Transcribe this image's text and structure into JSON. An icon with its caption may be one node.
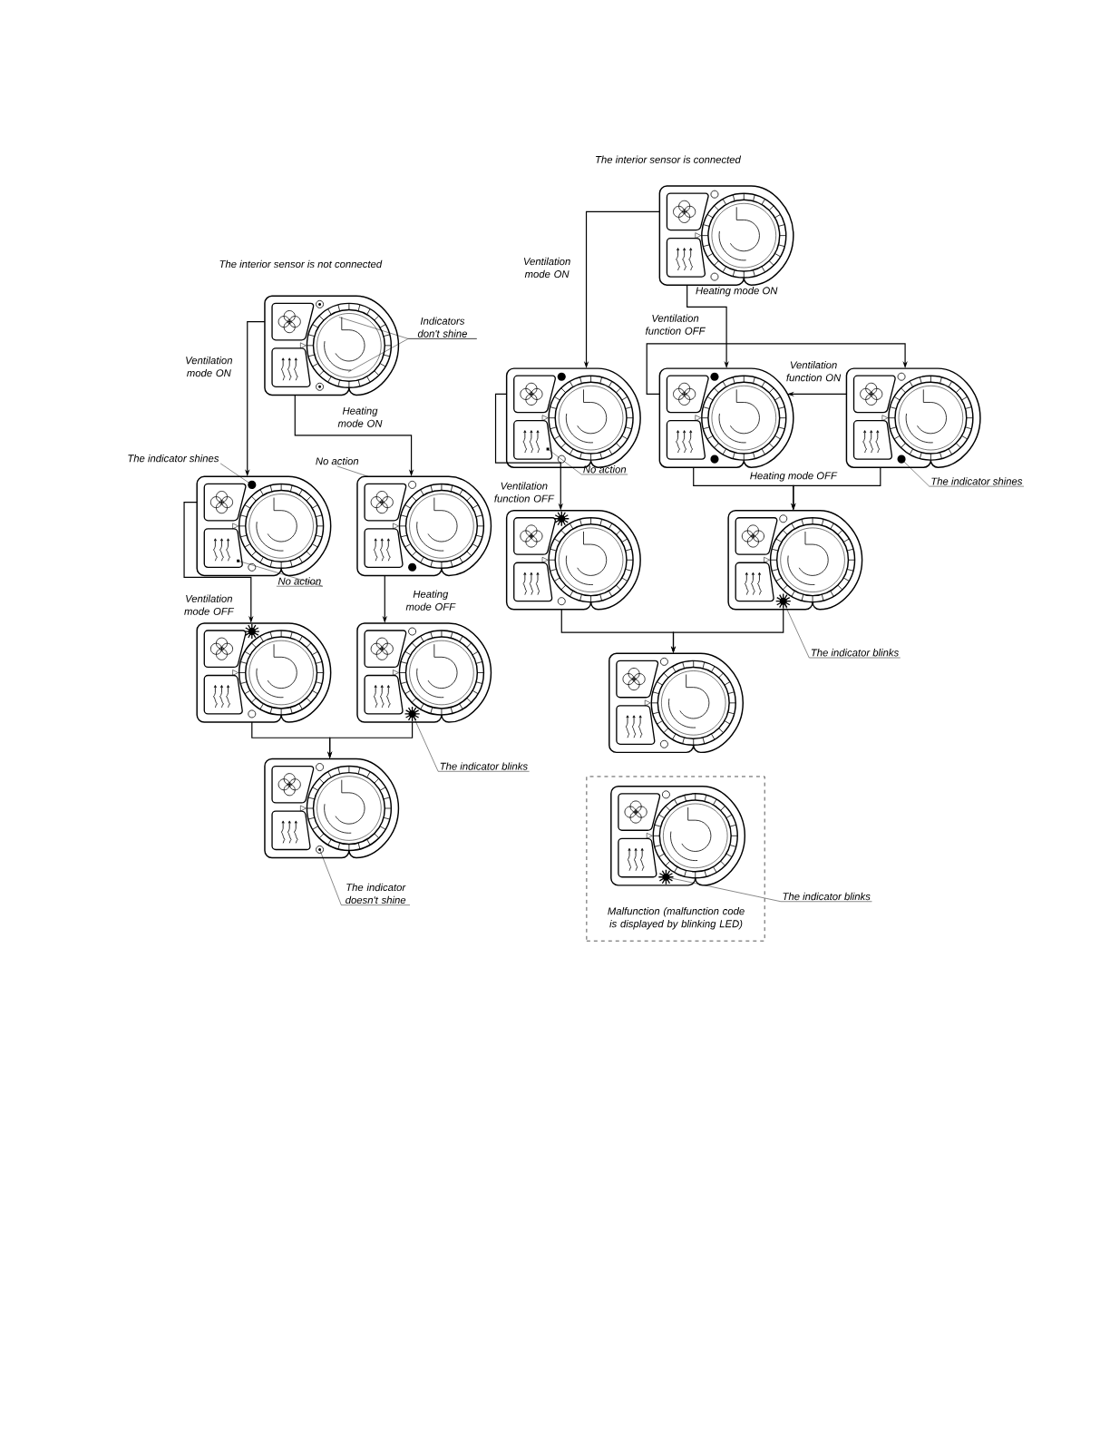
{
  "diagram": {
    "nodes": [
      {
        "text": [],
        "shape": "panel"
      },
      {
        "text": [],
        "shape": "panel"
      },
      {
        "text": [],
        "shape": "panel"
      },
      {
        "text": [],
        "shape": "panel"
      },
      {
        "text": [],
        "shape": "panel"
      },
      {
        "text": [],
        "shape": "panel"
      },
      {
        "text": [],
        "shape": "panel"
      },
      {
        "text": [],
        "shape": "panel"
      },
      {
        "text": [],
        "shape": "panel"
      },
      {
        "text": [],
        "shape": "panel"
      },
      {
        "text": [],
        "shape": "panel"
      },
      {
        "text": [],
        "shape": "panel"
      },
      {
        "text": [],
        "shape": "panel"
      },
      {
        "text": [
          "Malfunction (malfunction code is displayed by blinking LED)"
        ]
      },
      {
        "text": [],
        "shape": "panel",
        "in": 13
      },
      {
        "text": [
          "Indicators don't shine"
        ]
      },
      {
        "text": [
          "The indicator shines"
        ]
      },
      {
        "text": [
          "No action"
        ]
      },
      {
        "text": [
          "No action"
        ]
      },
      {
        "text": [
          "The indicator blinks"
        ]
      },
      {
        "text": [
          "The indicator doesn't shine"
        ]
      },
      {
        "text": [
          "No action"
        ]
      },
      {
        "text": [
          "The indicator shines"
        ]
      },
      {
        "text": [
          "The indicator blinks"
        ]
      },
      {
        "text": [
          "The indicator blinks"
        ]
      }
    ],
    "edges": [
      {
        "from": 0,
        "to": 1,
        "arrow": "to",
        "label": "Ventilation mode ON"
      },
      {
        "from": 0,
        "to": 2,
        "arrow": "to",
        "label": "Heating mode ON"
      },
      {
        "from": 1,
        "to": 3,
        "arrow": "to",
        "label": "Ventilation mode OFF"
      },
      {
        "from": 2,
        "to": 4,
        "arrow": "to",
        "label": "Heating mode OFF"
      },
      {
        "from": 3,
        "to": 5,
        "arrow": "to"
      },
      {
        "from": 4,
        "to": 5,
        "arrow": "to"
      },
      {
        "from": 6,
        "to": 7,
        "arrow": "to",
        "label": "Ventilation mode ON"
      },
      {
        "from": 6,
        "to": 8,
        "arrow": "to",
        "label": "Heating mode ON"
      },
      {
        "from": 8,
        "to": 9,
        "arrow": "to",
        "label": "Ventilation function OFF"
      },
      {
        "from": 9,
        "to": 8,
        "arrow": "to",
        "label": "Ventilation function ON"
      },
      {
        "from": 7,
        "to": 10,
        "arrow": "to",
        "label": "Ventilation function OFF"
      },
      {
        "from": 8,
        "to": 11,
        "arrow": "to",
        "label": "Heating mode OFF"
      },
      {
        "from": 9,
        "to": 11,
        "arrow": "to"
      },
      {
        "from": 10,
        "to": 12,
        "arrow": "to"
      },
      {
        "from": 11,
        "to": 12,
        "arrow": "to"
      },
      {
        "from": 15,
        "to": 0,
        "arrow": "none"
      },
      {
        "from": 15,
        "to": 0,
        "arrow": "none"
      },
      {
        "from": 16,
        "to": 1,
        "arrow": "none"
      },
      {
        "from": 17,
        "to": 2,
        "arrow": "none"
      },
      {
        "from": 18,
        "to": 1,
        "arrow": "none"
      },
      {
        "from": 19,
        "to": 4,
        "arrow": "none"
      },
      {
        "from": 20,
        "to": 5,
        "arrow": "none"
      },
      {
        "from": 21,
        "to": 7,
        "arrow": "none"
      },
      {
        "from": 22,
        "to": 9,
        "arrow": "none"
      },
      {
        "from": 23,
        "to": 11,
        "arrow": "none"
      },
      {
        "from": 24,
        "to": 14,
        "arrow": "none"
      }
    ],
    "labels": [
      "The interior sensor is not connected",
      "The interior sensor is connected"
    ]
  }
}
